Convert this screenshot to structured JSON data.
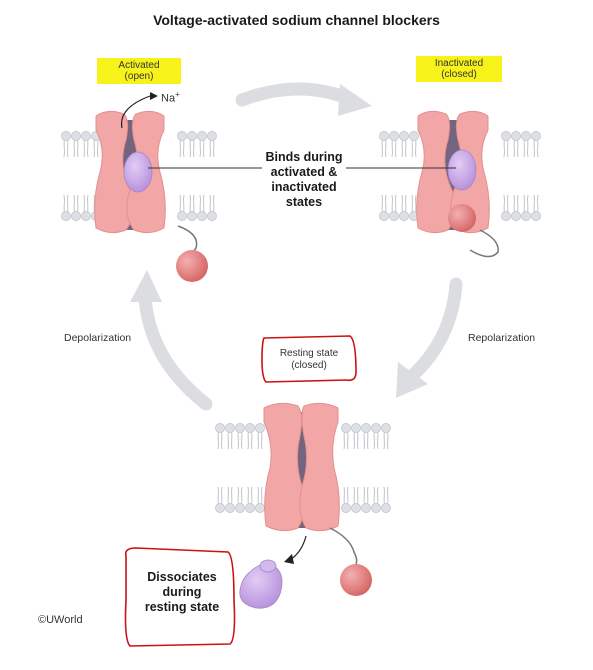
{
  "title": "Voltage-activated sodium channel blockers",
  "states": {
    "activated": [
      "Activated",
      "(open)"
    ],
    "inactivated": [
      "Inactivated",
      "(closed)"
    ],
    "resting": [
      "Resting state",
      "(closed)"
    ]
  },
  "ion": "Na",
  "ion_charge": "+",
  "binds": [
    "Binds during",
    "activated &",
    "inactivated",
    "states"
  ],
  "dissociates": [
    "Dissociates",
    "during",
    "resting state"
  ],
  "transitions": {
    "depolarization": "Depolarization",
    "repolarization": "Repolarization"
  },
  "copyright": "©UWorld",
  "colors": {
    "highlight": "#f7f21a",
    "channel": "#f2a6a6",
    "drug": "#c9a8e6",
    "ball": "#e07a7a",
    "pore": "#5b4a66",
    "arrow": "#dcdde0",
    "annotation": "#cc1111"
  }
}
